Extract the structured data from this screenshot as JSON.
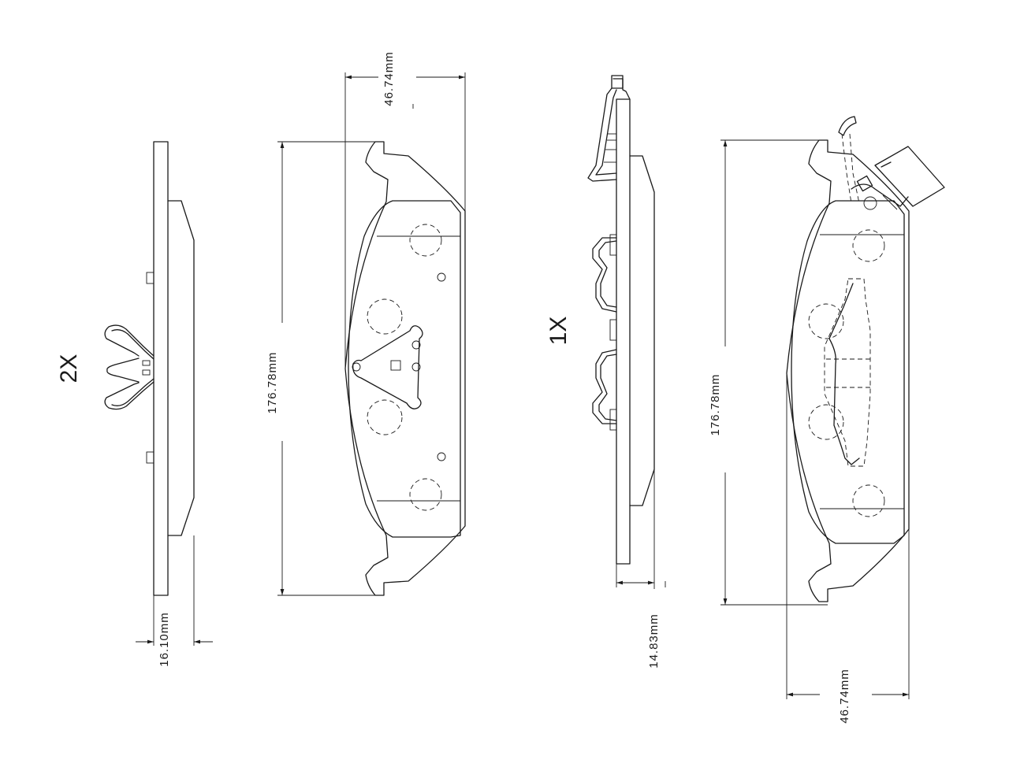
{
  "quantities": {
    "left_set": "2X",
    "right_set": "1X"
  },
  "dimensions": {
    "left_thickness": "16.10mm",
    "left_length": "176.78mm",
    "left_height": "46.74mm",
    "right_thickness": "14.83mm",
    "right_length": "176.78mm",
    "right_height": "46.74mm"
  }
}
